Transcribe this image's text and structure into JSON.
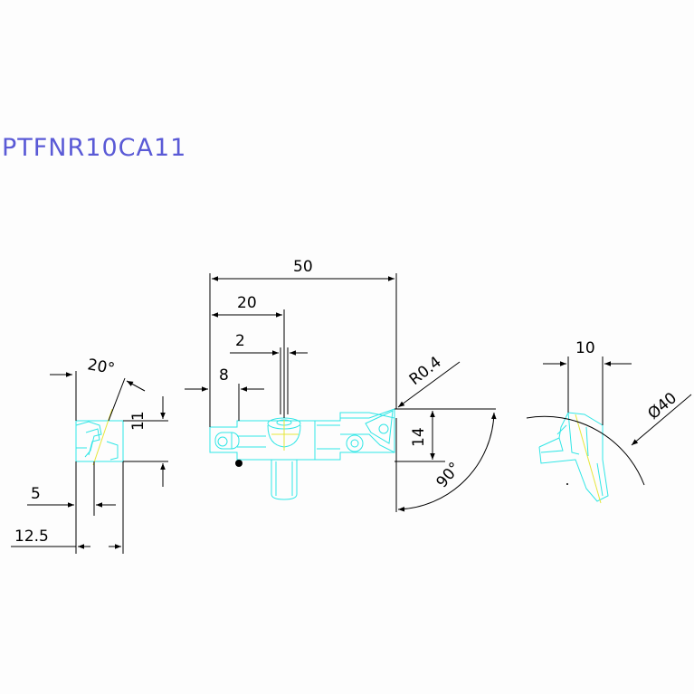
{
  "drawing": {
    "part_number": "PTFNR10CA11",
    "title_color": "#5a5ad6",
    "line_color": "#000000",
    "part_color": "#30e6e6",
    "center_line_color": "#e6e63a",
    "dimensions": {
      "angle_20": "20°",
      "height_11": "11",
      "offset_5": "5",
      "width_12_5": "12.5",
      "length_50": "50",
      "length_20": "20",
      "length_2": "2",
      "length_8": "8",
      "radius_r04": "R0.4",
      "height_14": "14",
      "angle_90": "90°",
      "width_10": "10",
      "diameter_40": "Ø40"
    }
  }
}
